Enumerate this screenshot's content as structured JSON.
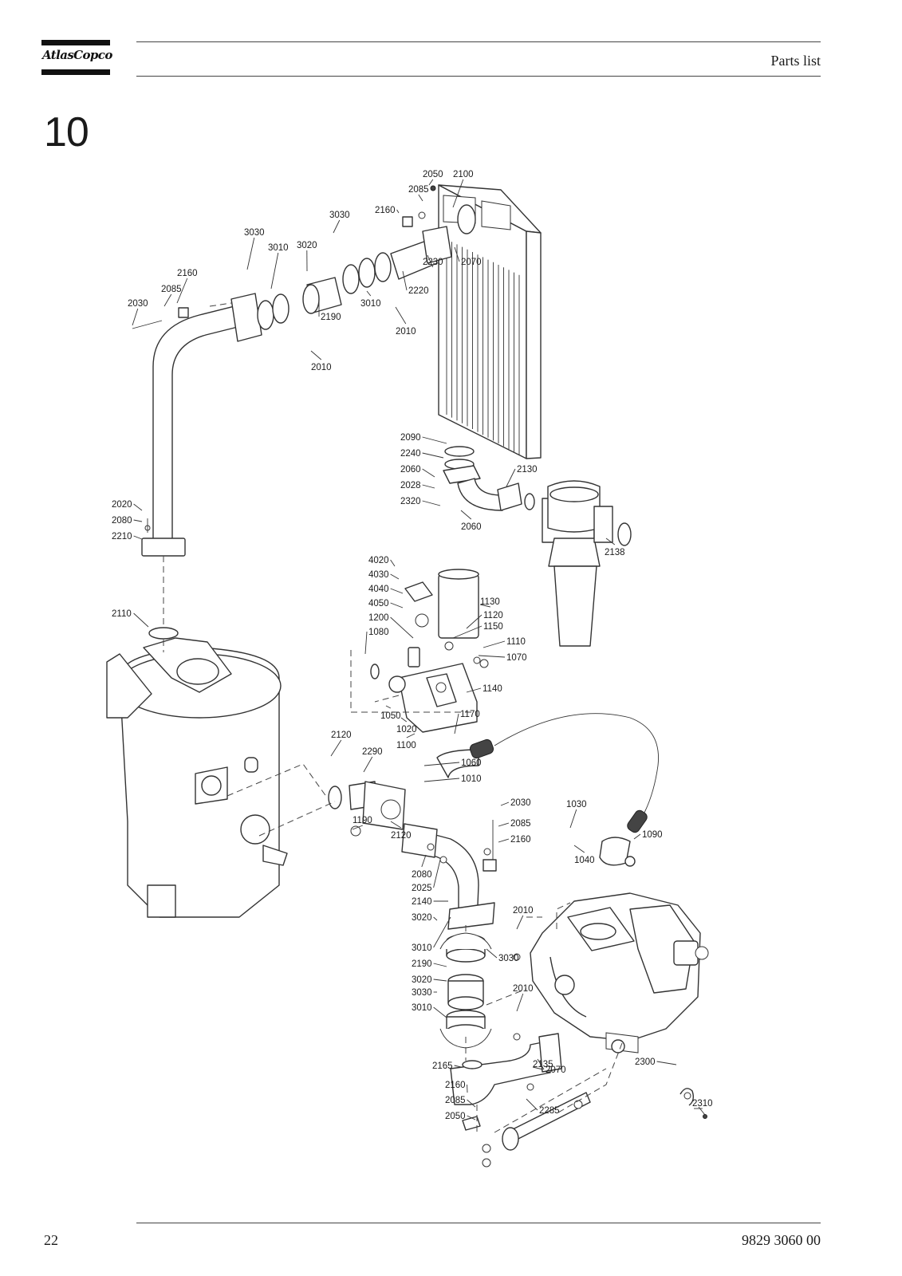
{
  "brand": {
    "logo_text": "AtlasCopco"
  },
  "header": {
    "title": "Parts list"
  },
  "section": {
    "number": "10"
  },
  "footer": {
    "page_number": "22",
    "document_code": "9829 3060 00"
  },
  "figure": {
    "part_labels": [
      "2050",
      "2100",
      "2085",
      "2160",
      "3030",
      "3030",
      "3010",
      "3020",
      "2160",
      "2085",
      "2030",
      "2230",
      "2070",
      "2220",
      "3010",
      "2190",
      "2010",
      "2010",
      "2090",
      "2240",
      "2060",
      "2028",
      "2320",
      "2060",
      "2130",
      "2138",
      "2020",
      "2080",
      "2210",
      "2110",
      "4020",
      "4030",
      "4040",
      "4050",
      "1200",
      "1080",
      "1130",
      "1120",
      "1150",
      "1110",
      "1070",
      "1140",
      "1050",
      "1020",
      "1100",
      "1170",
      "2120",
      "2290",
      "1060",
      "1010",
      "1190",
      "2120",
      "2030",
      "2085",
      "2160",
      "1030",
      "1040",
      "1090",
      "2080",
      "2025",
      "2140",
      "3020",
      "2010",
      "3010",
      "3030",
      "2190",
      "3020",
      "3030",
      "3010",
      "2010",
      "2165",
      "2135",
      "2070",
      "2160",
      "2085",
      "2050",
      "2285",
      "2300",
      "2310"
    ]
  }
}
